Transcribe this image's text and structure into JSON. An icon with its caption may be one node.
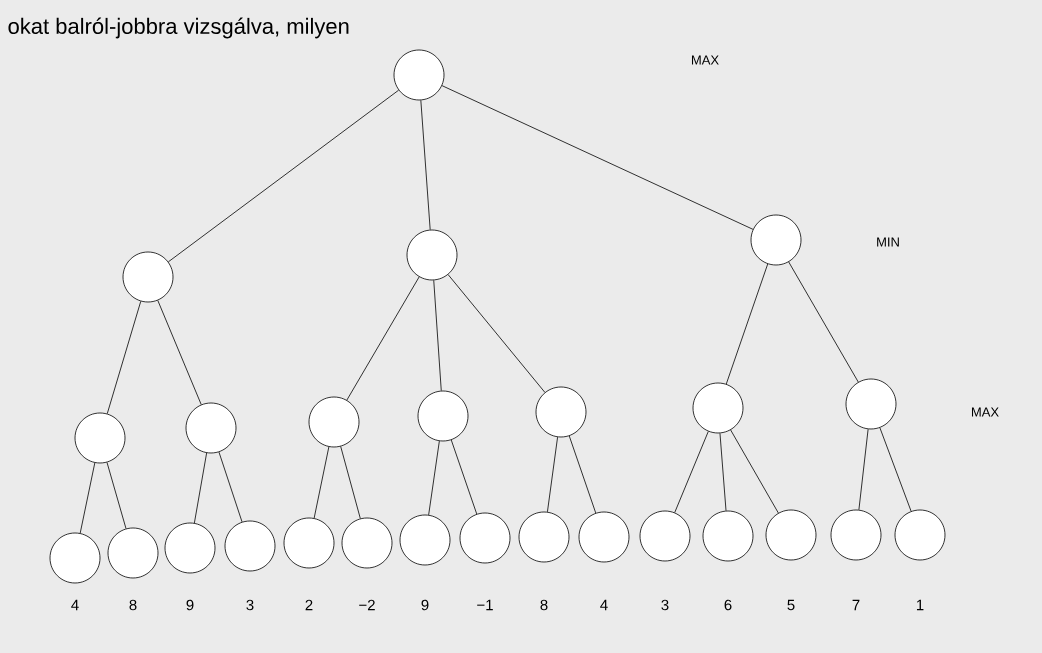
{
  "diagram": {
    "nodes": [
      {
        "text": [],
        "shape": "circle"
      },
      {
        "text": [],
        "shape": "circle"
      },
      {
        "text": [],
        "shape": "circle"
      },
      {
        "text": [],
        "shape": "circle"
      },
      {
        "text": [],
        "shape": "circle"
      },
      {
        "text": [],
        "shape": "circle"
      },
      {
        "text": [],
        "shape": "circle"
      },
      {
        "text": [],
        "shape": "circle"
      },
      {
        "text": [],
        "shape": "circle"
      },
      {
        "text": [],
        "shape": "circle"
      },
      {
        "text": [],
        "shape": "circle"
      },
      {
        "text": [],
        "shape": "circle",
        "beside": [
          "4"
        ]
      },
      {
        "text": [],
        "shape": "circle",
        "beside": [
          "8"
        ]
      },
      {
        "text": [],
        "shape": "circle",
        "beside": [
          "9"
        ]
      },
      {
        "text": [],
        "shape": "circle",
        "beside": [
          "3"
        ]
      },
      {
        "text": [],
        "shape": "circle",
        "beside": [
          "2"
        ]
      },
      {
        "text": [],
        "shape": "circle",
        "beside": [
          "−2"
        ]
      },
      {
        "text": [],
        "shape": "circle",
        "beside": [
          "9"
        ]
      },
      {
        "text": [],
        "shape": "circle",
        "beside": [
          "−1"
        ]
      },
      {
        "text": [],
        "shape": "circle",
        "beside": [
          "8"
        ]
      },
      {
        "text": [],
        "shape": "circle",
        "beside": [
          "4"
        ]
      },
      {
        "text": [],
        "shape": "circle",
        "beside": [
          "3"
        ]
      },
      {
        "text": [],
        "shape": "circle",
        "beside": [
          "6"
        ]
      },
      {
        "text": [],
        "shape": "circle",
        "beside": [
          "5"
        ]
      },
      {
        "text": [],
        "shape": "circle",
        "beside": [
          "7"
        ]
      },
      {
        "text": [],
        "shape": "circle",
        "beside": [
          "1"
        ]
      }
    ],
    "edges": [
      {
        "from": 0,
        "to": 1,
        "arrow": "none"
      },
      {
        "from": 0,
        "to": 2,
        "arrow": "none"
      },
      {
        "from": 0,
        "to": 3,
        "arrow": "none"
      },
      {
        "from": 1,
        "to": 4,
        "arrow": "none"
      },
      {
        "from": 1,
        "to": 5,
        "arrow": "none"
      },
      {
        "from": 2,
        "to": 6,
        "arrow": "none"
      },
      {
        "from": 2,
        "to": 7,
        "arrow": "none"
      },
      {
        "from": 2,
        "to": 8,
        "arrow": "none"
      },
      {
        "from": 3,
        "to": 9,
        "arrow": "none"
      },
      {
        "from": 3,
        "to": 10,
        "arrow": "none"
      },
      {
        "from": 4,
        "to": 11,
        "arrow": "none"
      },
      {
        "from": 4,
        "to": 12,
        "arrow": "none"
      },
      {
        "from": 5,
        "to": 13,
        "arrow": "none"
      },
      {
        "from": 5,
        "to": 14,
        "arrow": "none"
      },
      {
        "from": 6,
        "to": 15,
        "arrow": "none"
      },
      {
        "from": 6,
        "to": 16,
        "arrow": "none"
      },
      {
        "from": 7,
        "to": 17,
        "arrow": "none"
      },
      {
        "from": 7,
        "to": 18,
        "arrow": "none"
      },
      {
        "from": 8,
        "to": 19,
        "arrow": "none"
      },
      {
        "from": 8,
        "to": 20,
        "arrow": "none"
      },
      {
        "from": 9,
        "to": 21,
        "arrow": "none"
      },
      {
        "from": 9,
        "to": 22,
        "arrow": "none"
      },
      {
        "from": 9,
        "to": 23,
        "arrow": "none"
      },
      {
        "from": 10,
        "to": 24,
        "arrow": "none"
      },
      {
        "from": 10,
        "to": 25,
        "arrow": "none"
      }
    ],
    "labels": [
      "okat balról-jobbra vizsgálva, milyen",
      "MAX",
      "MIN",
      "MAX"
    ]
  }
}
